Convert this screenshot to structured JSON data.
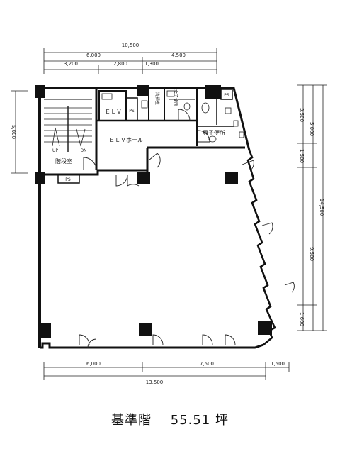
{
  "dimensions": {
    "top_total": "10,500",
    "top_a": "6,000",
    "top_b": "4,500",
    "top_c1": "3,200",
    "top_c2": "2,800",
    "top_c3": "1,300",
    "left": "5,000",
    "right_a": "3,500",
    "right_b": "5,000",
    "right_c": "1,500",
    "right_total": "14,500",
    "right_d": "9,500",
    "right_e": "1,600",
    "bottom_a": "6,000",
    "bottom_b": "7,500",
    "bottom_c": "1,500",
    "bottom_total": "13,500"
  },
  "rooms": {
    "elv": "ＥＬＶ",
    "ps": "PS",
    "cleaning": "清掃室",
    "womens": "女子便所",
    "mens": "男子便所",
    "elv_hall": "ＥＬＶホール",
    "up": "UP",
    "dn": "DN",
    "stairs": "階段室"
  },
  "caption": {
    "floor": "基準階",
    "area": "55.51 坪"
  }
}
